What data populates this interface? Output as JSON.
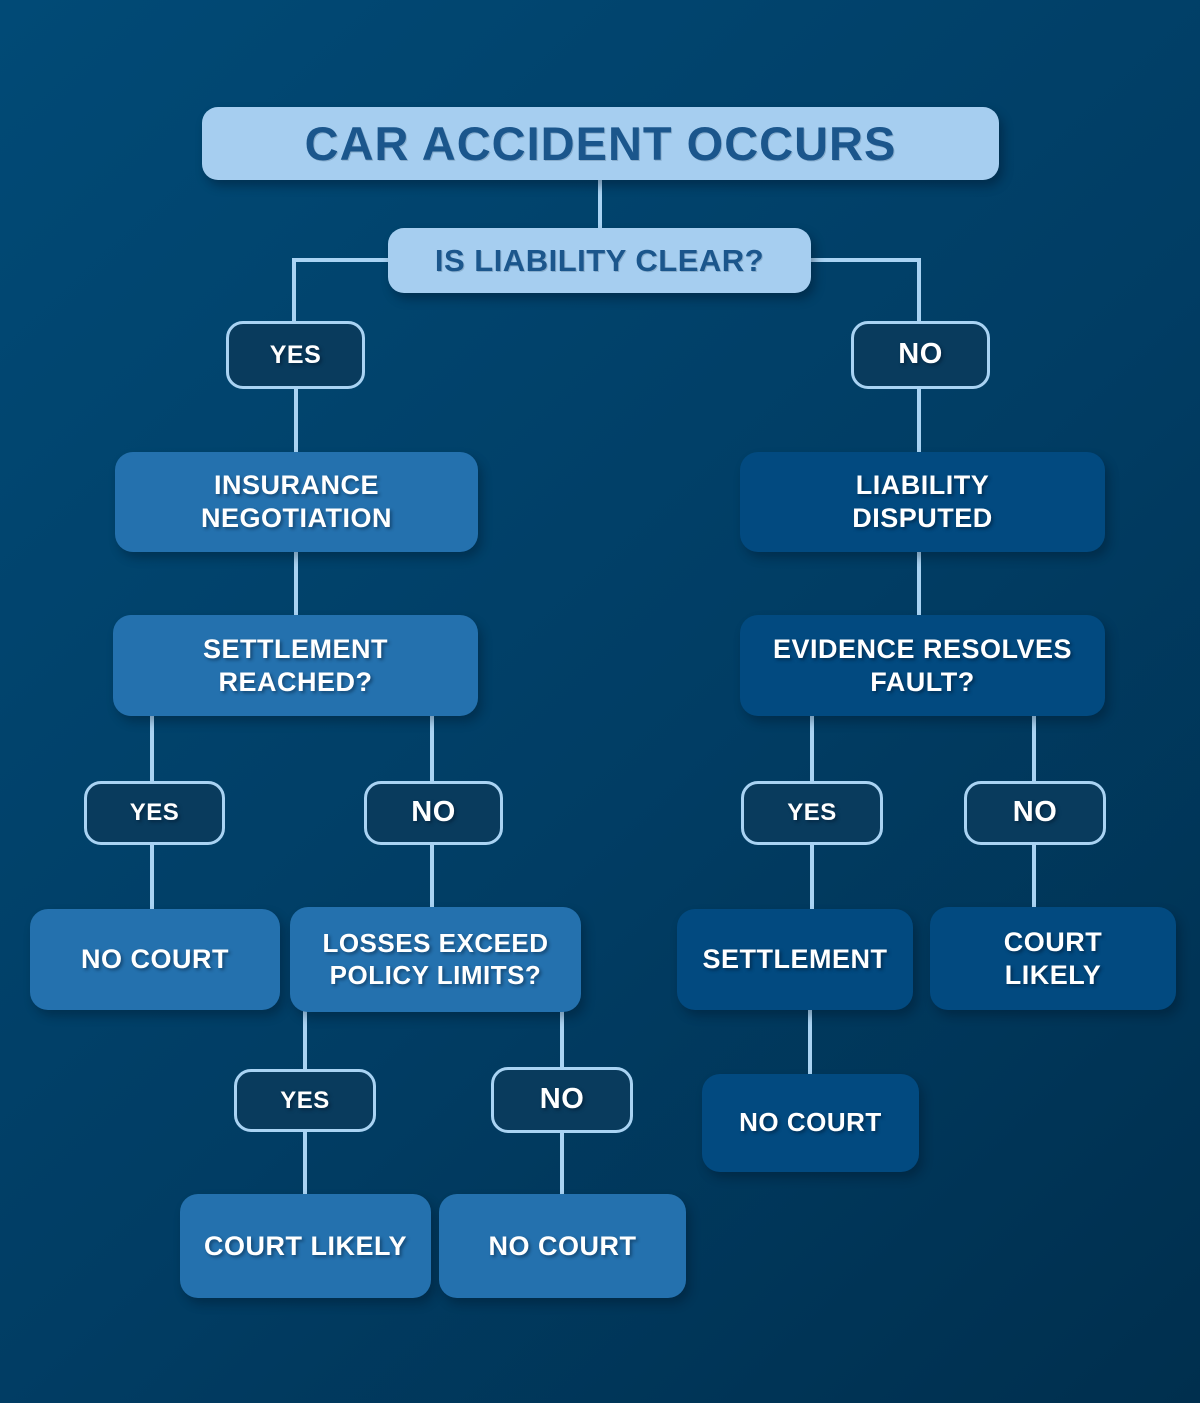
{
  "colors": {
    "bg_top": "#014a76",
    "bg_bottom": "#002f4e",
    "light_box": "#a6cef0",
    "medium_box": "#2471ae",
    "dark_box": "#024a80",
    "outline_fill": "#093b5d",
    "connector": "#a9d3f3",
    "dark_text": "#1b568c",
    "light_text": "#ffffff"
  },
  "nodes": {
    "title": {
      "label": "CAR ACCIDENT OCCURS"
    },
    "q_liability": {
      "label": "IS LIABILITY CLEAR?"
    },
    "yes1": {
      "label": "YES"
    },
    "no1": {
      "label": "NO"
    },
    "insurance": {
      "label": "INSURANCE\nNEGOTIATION"
    },
    "liability_disputed": {
      "label": "LIABILITY\nDISPUTED"
    },
    "q_settlement": {
      "label": "SETTLEMENT\nREACHED?"
    },
    "q_evidence": {
      "label": "EVIDENCE RESOLVES\nFAULT?"
    },
    "yes2": {
      "label": "YES"
    },
    "no2": {
      "label": "NO"
    },
    "yes3": {
      "label": "YES"
    },
    "no3": {
      "label": "NO"
    },
    "no_court_1": {
      "label": "NO COURT"
    },
    "q_losses": {
      "label": "LOSSES EXCEED\nPOLICY LIMITS?"
    },
    "settlement": {
      "label": "SETTLEMENT"
    },
    "court_likely_right": {
      "label": "COURT\nLIKELY"
    },
    "yes4": {
      "label": "YES"
    },
    "no4": {
      "label": "NO"
    },
    "no_court_right": {
      "label": "NO COURT"
    },
    "court_likely_left": {
      "label": "COURT LIKELY"
    },
    "no_court_bottom": {
      "label": "NO COURT"
    }
  }
}
